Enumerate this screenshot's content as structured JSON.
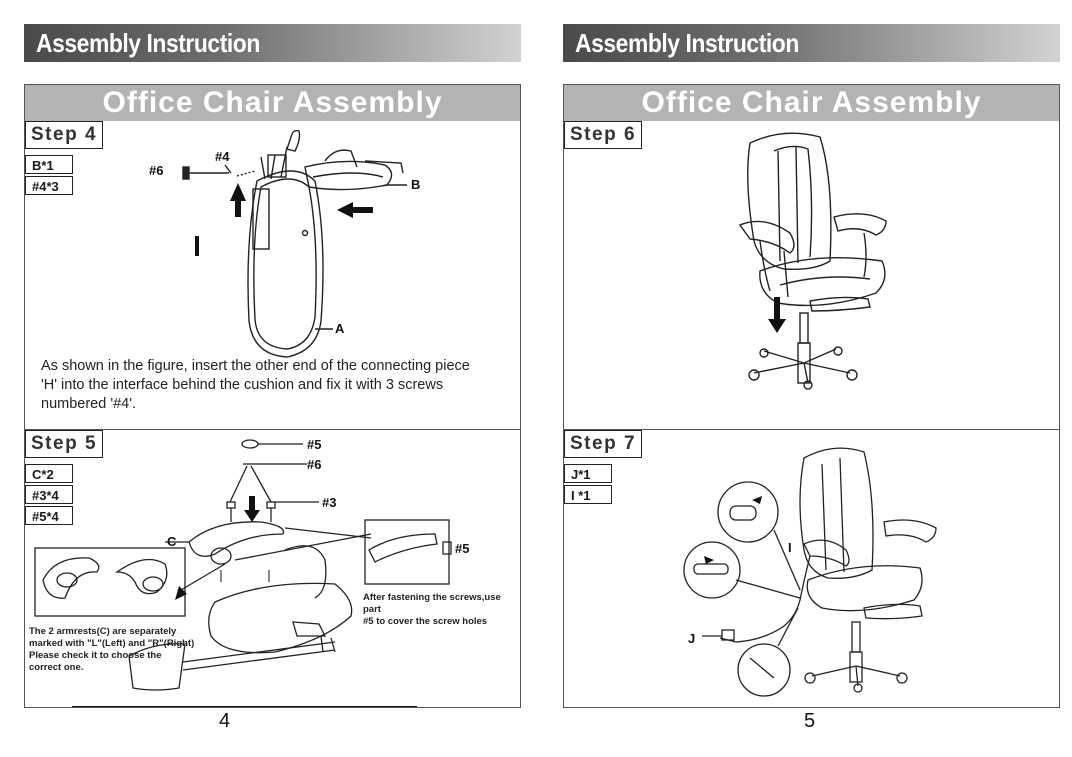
{
  "left_page": {
    "header": "Assembly Instruction",
    "banner": "Office Chair Assembly",
    "step4": {
      "label": "Step 4",
      "parts": [
        "B*1",
        "#4*3"
      ],
      "callouts": {
        "screw6": "#6",
        "screw4": "#4",
        "part_b": "B",
        "part_a": "A"
      },
      "instruction_lines": [
        "As shown in the figure, insert the other end of the connecting piece",
        "'H' into the interface behind the cushion and fix it with 3 screws",
        "numbered '#4'."
      ]
    },
    "step5": {
      "label": "Step 5",
      "parts": [
        "C*2",
        "#3*4",
        "#5*4"
      ],
      "callouts": {
        "cap5": "#5",
        "washer6": "#6",
        "screw3": "#3",
        "part_c": "C",
        "cap5_detail": "#5"
      },
      "note_right_lines": [
        "After fastening the screws,use part",
        "#5 to cover the screw holes"
      ],
      "note_left_lines": [
        "The 2 armrests(C) are separately",
        "marked with \"L\"(Left) and \"R\"(Right)",
        "Please check it to choose  the",
        "correct one."
      ]
    },
    "page_number": "4"
  },
  "right_page": {
    "header": "Assembly Instruction",
    "banner": "Office Chair Assembly",
    "step6": {
      "label": "Step 6"
    },
    "step7": {
      "label": "Step 7",
      "parts": [
        "J*1",
        "I *1"
      ],
      "callouts": {
        "cable_i": "I",
        "adapter_j": "J"
      }
    },
    "page_number": "5"
  }
}
